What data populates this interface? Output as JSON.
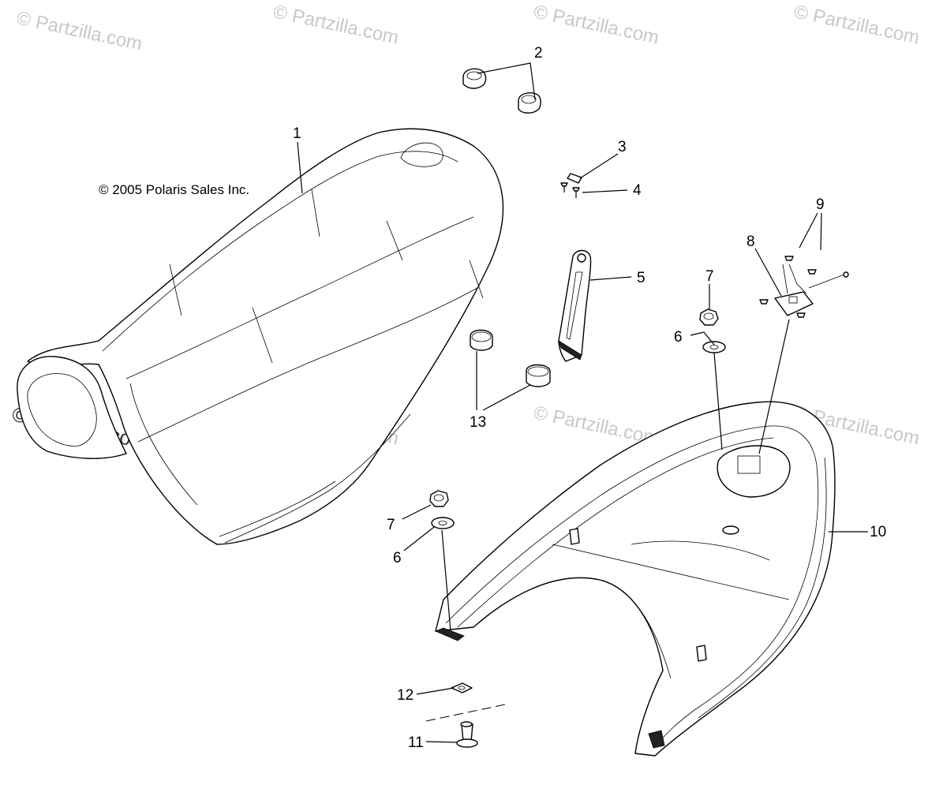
{
  "copyright": "© 2005 Polaris Sales Inc.",
  "watermark": "© Partzilla.com",
  "callouts": {
    "c1": "1",
    "c2": "2",
    "c3": "3",
    "c4": "4",
    "c5": "5",
    "c6a": "6",
    "c6b": "6",
    "c7a": "7",
    "c7b": "7",
    "c8": "8",
    "c9": "9",
    "c10": "10",
    "c11": "11",
    "c12": "12",
    "c13": "13"
  },
  "colors": {
    "line": "#000000",
    "watermark": "#c8c8c8",
    "background": "#ffffff"
  }
}
